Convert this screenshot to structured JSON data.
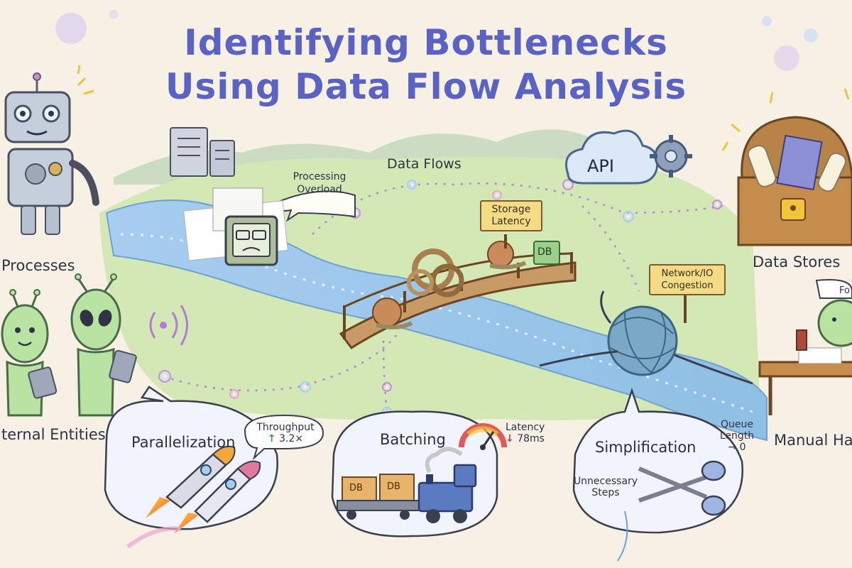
{
  "title": {
    "line1": "Identifying Bottlenecks",
    "line2": "Using Data Flow Analysis"
  },
  "labels": {
    "processes": "Processes",
    "external_entities": "ternal Entities",
    "data_stores": "Data Stores",
    "manual_handling": "Manual Ha",
    "data_flows": "Data Flows",
    "api": "API",
    "db": "DB",
    "form_fragment": "Fo"
  },
  "bottlenecks": {
    "processing_overload": [
      "Processing",
      "Overload"
    ],
    "storage_latency": [
      "Storage",
      "Latency"
    ],
    "network_io": [
      "Network/IO",
      "Congestion"
    ]
  },
  "solutions": {
    "parallelization": {
      "title": "Parallelization",
      "metric_label": "Throughput",
      "metric_value": "3.2×",
      "arrow": "↑"
    },
    "batching": {
      "title": "Batching",
      "metric_label": "Latency",
      "metric_value": "78ms",
      "arrow": "↓",
      "crate_label": "DB"
    },
    "simplification": {
      "title": "Simplification",
      "metric_label": [
        "Queue",
        "Length"
      ],
      "metric_value": "→ 0",
      "note": [
        "Unnecessary",
        "Steps"
      ]
    }
  },
  "colors": {
    "title": "#5a62c4",
    "river": "#9cc4e6",
    "grass": "#d3e8b4",
    "sign": "#f4dc85",
    "flow_dots": "#c48ee6"
  }
}
